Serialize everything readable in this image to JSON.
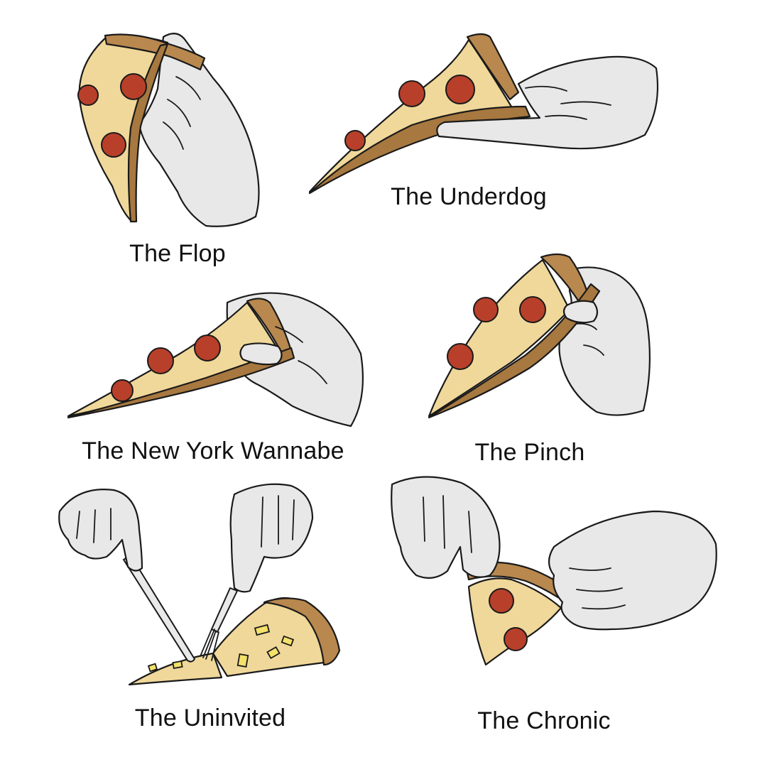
{
  "labels": {
    "flop": "The Flop",
    "underdog": "The Underdog",
    "new_york_wannabe": "The New York Wannabe",
    "pinch": "The Pinch",
    "uninvited": "The Uninvited",
    "chronic": "The Chronic"
  },
  "colors": {
    "background": "#ffffff",
    "cheese": "#f0d89a",
    "crust": "#b8884e",
    "pepperoni": "#b8402a",
    "pineapple": "#f3e16a",
    "hand": "#e8e8e8",
    "outline": "#1a1a1a"
  }
}
